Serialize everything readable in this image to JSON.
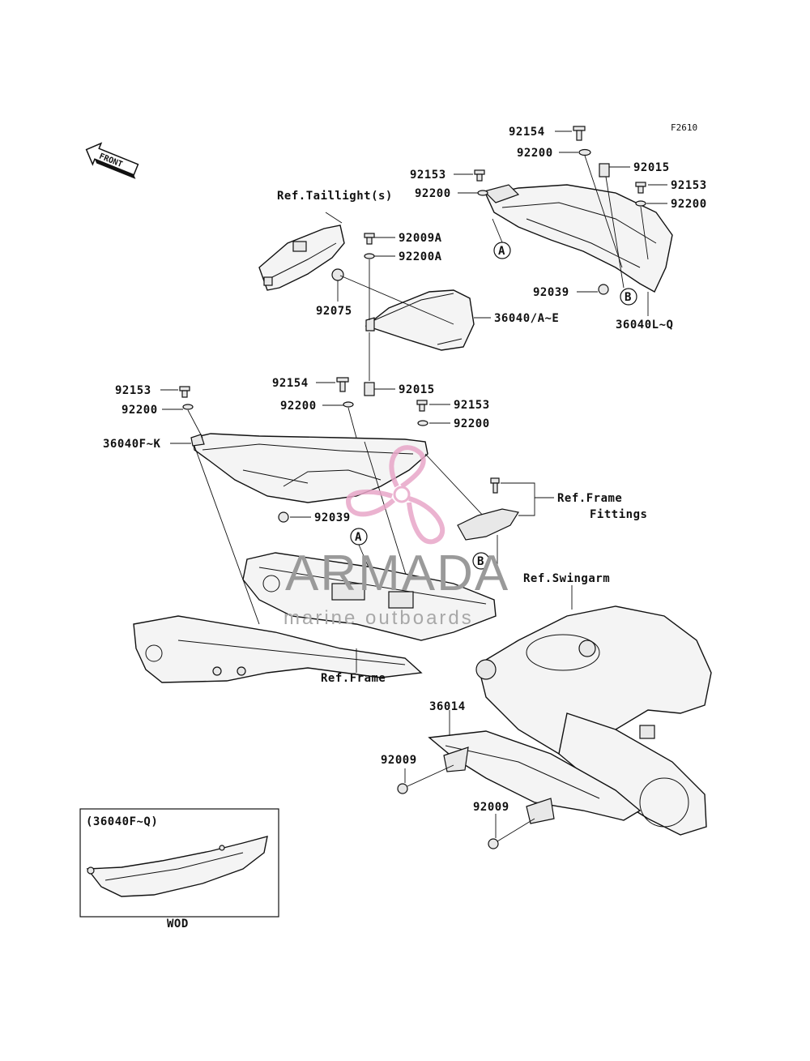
{
  "diagram_code": "F2610",
  "front_arrow_label": "FRONT",
  "labels": {
    "l92154_top": "92154",
    "l92200_top": "92200",
    "l92015_top": "92015",
    "l92153_tr": "92153",
    "l92200_tr": "92200",
    "l92153_mid": "92153",
    "l92200_mid": "92200",
    "ref_taillight": "Ref.Taillight(s)",
    "l92009A": "92009A",
    "l92200A": "92200A",
    "l92075": "92075",
    "l36040AE": "36040/A~E",
    "l92039_top": "92039",
    "l36040LQ": "36040L~Q",
    "l92153_left": "92153",
    "l92200_left": "92200",
    "l92154_mid": "92154",
    "l92015_mid": "92015",
    "l92200_center": "92200",
    "l92153_right": "92153",
    "l92200_right": "92200",
    "l36040FK": "36040F~K",
    "ref_frame_fittings_1": "Ref.Frame",
    "ref_frame_fittings_2": "Fittings",
    "l92039_mid": "92039",
    "ref_swingarm": "Ref.Swingarm",
    "ref_frame": "Ref.Frame",
    "l36014": "36014",
    "l92009_left": "92009",
    "l92009_right": "92009",
    "inset_title": "(36040F~Q)",
    "inset_caption": "WOD",
    "callout_A": "A",
    "callout_B": "B"
  },
  "watermark": {
    "brand": "ARMADA",
    "tagline": "marine outboards",
    "logo_color": "#e8a6c8"
  }
}
